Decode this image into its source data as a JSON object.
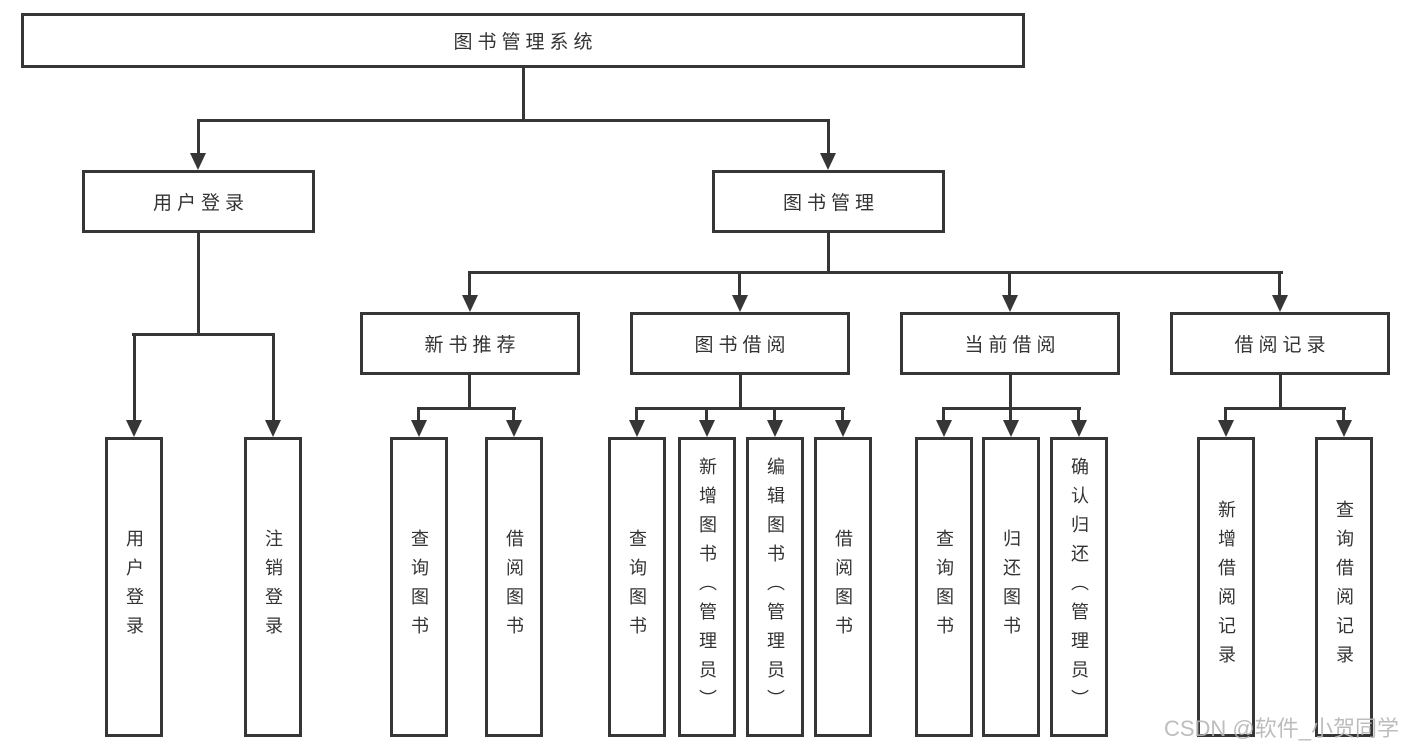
{
  "tree": {
    "root": {
      "label": "图书管理系统"
    },
    "user_branch": {
      "label": "用户登录",
      "children": [
        {
          "label": "用户登录"
        },
        {
          "label": "注销登录"
        }
      ]
    },
    "book_branch": {
      "label": "图书管理",
      "sections": [
        {
          "label": "新书推荐",
          "children": [
            {
              "label": "查询图书"
            },
            {
              "label": "借阅图书"
            }
          ]
        },
        {
          "label": "图书借阅",
          "children": [
            {
              "label": "查询图书"
            },
            {
              "label": "新增图书（管理员）"
            },
            {
              "label": "编辑图书（管理员）"
            },
            {
              "label": "借阅图书"
            }
          ]
        },
        {
          "label": "当前借阅",
          "children": [
            {
              "label": "查询图书"
            },
            {
              "label": "归还图书"
            },
            {
              "label": "确认归还（管理员）"
            }
          ]
        },
        {
          "label": "借阅记录",
          "children": [
            {
              "label": "新增借阅记录"
            },
            {
              "label": "查询借阅记录"
            }
          ]
        }
      ]
    }
  },
  "watermark": {
    "text": "CSDN @软件_小贺同学"
  },
  "colors": {
    "line": "#363636",
    "text": "#333333",
    "background": "#ffffff",
    "box_fill": "#ffffff",
    "watermark": "#b6b6b6"
  }
}
